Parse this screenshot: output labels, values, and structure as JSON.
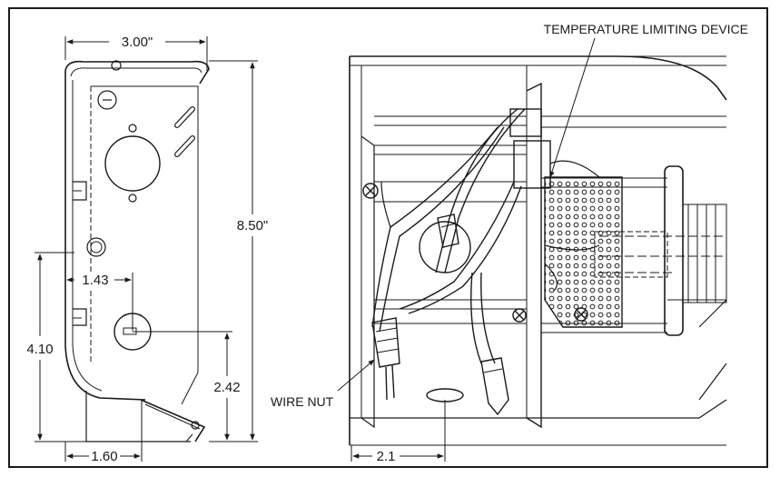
{
  "left_view": {
    "dim_width": "3.00\"",
    "dim_height": "8.50\"",
    "dim_knockout_offset": "1.43",
    "dim_lower_height": "4.10",
    "dim_knockout_height": "2.42",
    "dim_bottom_offset": "1.60"
  },
  "right_view": {
    "callout_temp_device": "TEMPERATURE LIMITING DEVICE",
    "callout_wire_nut": "WIRE NUT",
    "dim_bottom_offset": "2.1"
  }
}
